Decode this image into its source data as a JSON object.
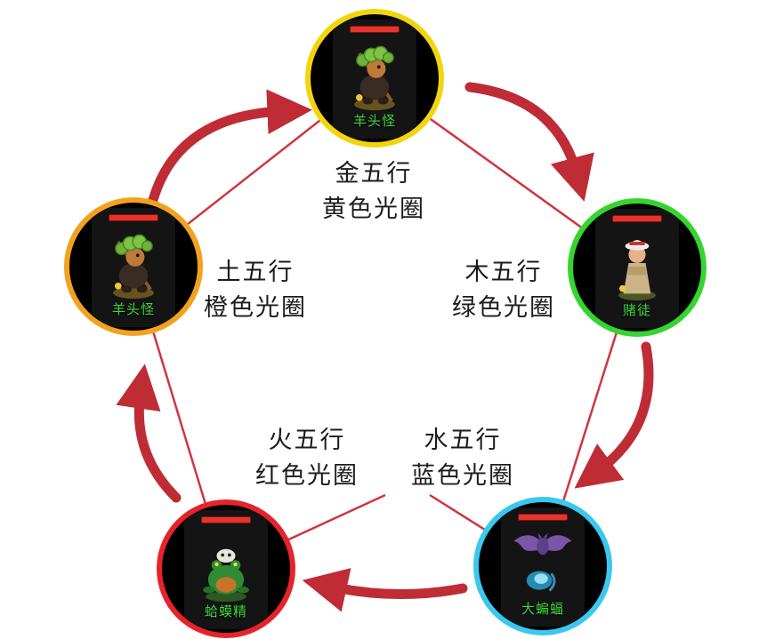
{
  "colors": {
    "arrow": "#bf2c35",
    "line": "#cf3640",
    "hp_bar": "#e8332a",
    "name_text": "#3ed63e"
  },
  "nodes": [
    {
      "id": "gold",
      "monster": "羊头怪",
      "element": "金五行",
      "aura": "黄色光圈",
      "ring_color": "#f2d50a",
      "sprite": "goat-monster"
    },
    {
      "id": "wood",
      "monster": "赌徒",
      "element": "木五行",
      "aura": "绿色光圈",
      "ring_color": "#35d42f",
      "sprite": "gambler"
    },
    {
      "id": "water",
      "monster": "大蝙蝠",
      "element": "水五行",
      "aura": "蓝色光圈",
      "ring_color": "#3bc8ee",
      "sprite": "bat"
    },
    {
      "id": "fire",
      "monster": "蛤蟆精",
      "element": "火五行",
      "aura": "红色光圈",
      "ring_color": "#e6232b",
      "sprite": "toad"
    },
    {
      "id": "earth",
      "monster": "羊头怪",
      "element": "土五行",
      "aura": "橙色光圈",
      "ring_color": "#f2a21e",
      "sprite": "goat-monster"
    }
  ]
}
